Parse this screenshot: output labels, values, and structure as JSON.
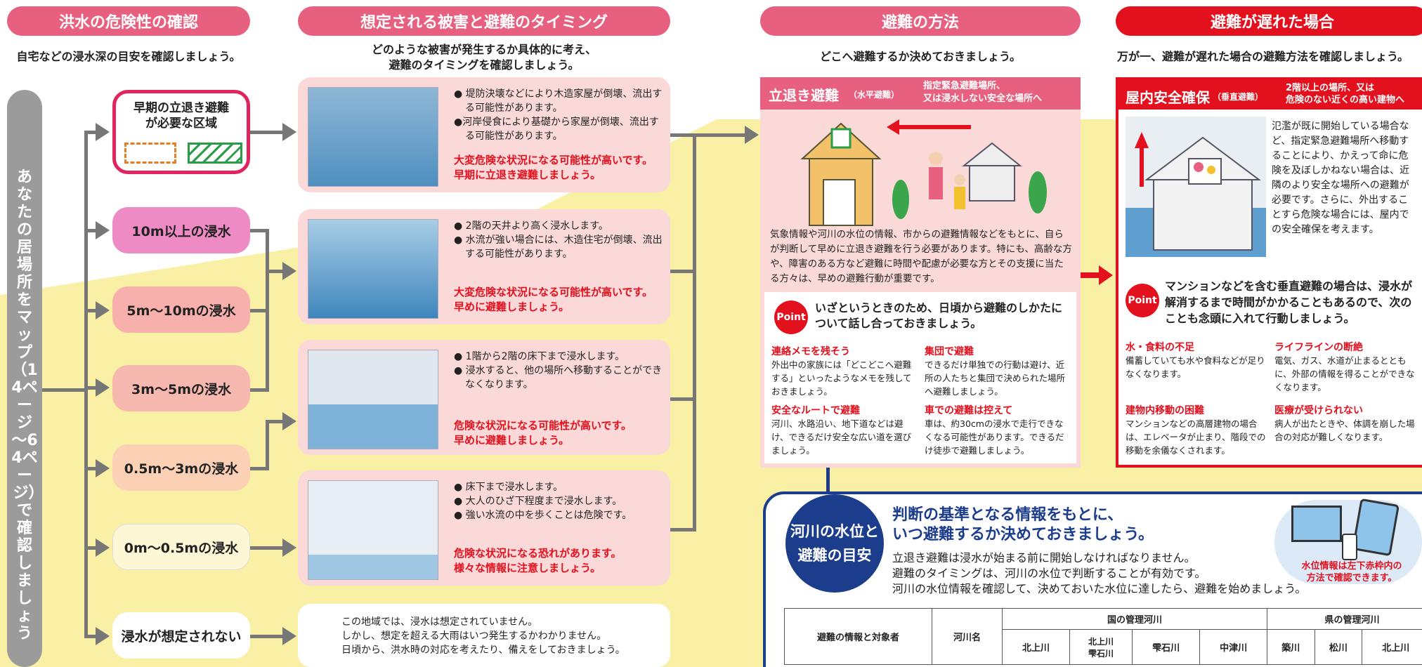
{
  "sections": {
    "s1": {
      "title": "洪水の危険性の確認",
      "subtitle": "自宅などの浸水深の目安を確認しましょう。"
    },
    "s2": {
      "title": "想定される被害と避難のタイミング",
      "subtitle_1": "どのような被害が発生するか具体的に考え、",
      "subtitle_2": "避難のタイミングを確認しましょう。"
    },
    "s3": {
      "title": "避難の方法",
      "subtitle": "どこへ避難するか決めておきましょう。"
    },
    "s4": {
      "title": "避難が遅れた場合",
      "subtitle": "万が一、避難が遅れた場合の避難方法を確認しましょう。"
    }
  },
  "vertical_label": "あなたの居場所をマップ（14ページ～64ページ）で確認しましょう",
  "levels": {
    "early": {
      "line1": "早期の立退き避難",
      "line2": "が必要な区域"
    },
    "l10": "10m以上の浸水",
    "l5_10": "5m～10mの浸水",
    "l3_5": "3m～5mの浸水",
    "l05_3": "0.5m～3mの浸水",
    "l0_05": "0m～0.5mの浸水",
    "none": "浸水が想定されない"
  },
  "damage": {
    "d1": {
      "b1": "● 堤防決壊などにより木造家屋が倒壊、流出する可能性があります。",
      "b2": "●河岸侵食により基礎から家屋が倒壊、流出する可能性があります。",
      "w1": "大変危険な状況になる可能性が高いです。",
      "w2": "早期に立退き避難しましょう。"
    },
    "d2": {
      "b1": "● 2階の天井より高く浸水します。",
      "b2": "● 水流が強い場合には、木造住宅が倒壊、流出する可能性があります。",
      "w1": "大変危険な状況になる可能性が高いです。",
      "w2": "早めに避難しましょう。"
    },
    "d3": {
      "b1": "● 1階から2階の床下まで浸水します。",
      "b2": "● 浸水すると、他の場所へ移動することができなくなります。",
      "w1": "危険な状況になる可能性が高いです。",
      "w2": "早めに避難しましょう。"
    },
    "d4": {
      "b1": "● 床下まで浸水します。",
      "b2": "● 大人のひざ下程度まで浸水します。",
      "b3": "● 強い水流の中を歩くことは危険です。",
      "w1": "危険な状況になる恐れがあります。",
      "w2": "様々な情報に注意しましょう。"
    },
    "d5": {
      "l1": "この地域では、浸水は想定されていません。",
      "l2": "しかし、想定を超える大雨はいつ発生するかわかりません。",
      "l3": "日頃から、洪水時の対応を考えたり、備えをしておきましょう。"
    }
  },
  "evac": {
    "title": "立退き避難",
    "title_small": "（水平避難）",
    "dest_1": "指定緊急避難場所、",
    "dest_2": "又は浸水しない安全な場所へ",
    "body": "気象情報や河川の水位の情報、市からの避難情報などをもとに、自らが判断して早めに立退き避難を行う必要があります。特にも、高齢な方や、障害のある方など避難に時間や配慮が必要な方とその支援に当たる方々は、早めの避難行動が重要です。",
    "point_badge": "Point",
    "point_text": "いざというときのため、日頃から避難のしかたについて話し合っておきましょう。",
    "tips": [
      {
        "title": "連絡メモを残そう",
        "body": "外出中の家族には「どこどこへ避難する」といったようなメモを残しておきましょう。"
      },
      {
        "title": "集団で避難",
        "body": "できるだけ単独での行動は避け、近所の人たちと集団で決められた場所へ避難しましょう。"
      },
      {
        "title": "安全なルートで避難",
        "body": "河川、水路沿い、地下道などは避け、できるだけ安全な広い道を選びましょう。"
      },
      {
        "title": "車での避難は控えて",
        "body": "車は、約30cmの浸水で走行できなくなる可能性があります。できるだけ徒歩で避難しましょう。"
      }
    ]
  },
  "indoor": {
    "title": "屋内安全確保",
    "title_small": "（垂直避難）",
    "dest_1": "2階以上の場所、又は",
    "dest_2": "危険のない近くの高い建物へ",
    "body": "氾濫が既に開始している場合など、指定緊急避難場所へ移動することにより、かえって命に危険を及ぼしかねない場合は、近隣のより安全な場所への避難が必要です。さらに、外出することすら危険な場合には、屋内での安全確保を考えます。",
    "point_badge": "Point",
    "point_text": "マンションなどを含む垂直避難の場合は、浸水が解消するまで時間がかかることもあるので、次のことも念頭に入れて行動しましょう。",
    "tips": [
      {
        "title": "水・食料の不足",
        "body": "備蓄していても水や食料などが足りなくなります。"
      },
      {
        "title": "ライフラインの断絶",
        "body": "電気、ガス、水道が止まるとともに、外部の情報を得ることができなくなります。"
      },
      {
        "title": "建物内移動の困難",
        "body": "マンションなどの高層建物の場合は、エレベータが止まり、階段での移動を余儀なくされます。"
      },
      {
        "title": "医療が受けられない",
        "body": "病人が出たときや、体調を崩した場合の対応が難しくなります。"
      }
    ]
  },
  "river": {
    "badge_1": "河川の水位と",
    "badge_2": "避難の目安",
    "heading_1": "判断の基準となる情報をもとに、",
    "heading_2": "いつ避難するか決めておきましょう。",
    "body_1": "立退き避難は浸水が始まる前に開始しなければなりません。",
    "body_2": "避難のタイミングは、河川の水位で判断することが有効です。",
    "body_3": "河川の水位情報を確認して、決めておいた水位に達したら、避難を始めましょう。",
    "callout_1": "水位情報は左下赤枠内の",
    "callout_2": "方法で確認できます。",
    "table": {
      "row_header": "避難の情報と対象者",
      "river_name": "河川名",
      "national": "国の管理河川",
      "prefectural": "県の管理河川",
      "national_rivers": [
        "北上川",
        "北上川\n雫石川",
        "雫石川",
        "中津川"
      ],
      "prefectural_rivers": [
        "築川",
        "松川",
        "北上川",
        ""
      ]
    }
  },
  "colors": {
    "pink": "#e8607f",
    "red": "#e3101d",
    "yellow": "#f9f0a6",
    "navy": "#1b3d8c",
    "dmg_pink": "#fbd9d9"
  }
}
